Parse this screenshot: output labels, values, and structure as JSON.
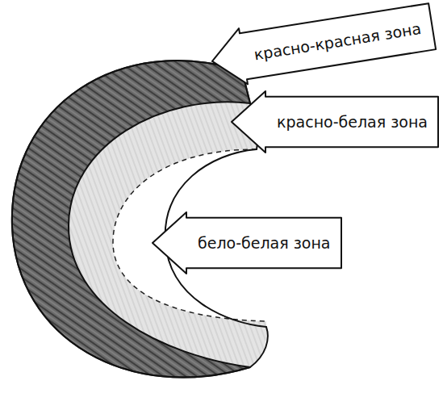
{
  "diagram": {
    "nodes": [
      {
        "text": [
          "красно-красная зона"
        ]
      },
      {
        "text": [
          "красно-белая зона"
        ]
      },
      {
        "text": [
          "бело-белая зона"
        ]
      }
    ]
  }
}
